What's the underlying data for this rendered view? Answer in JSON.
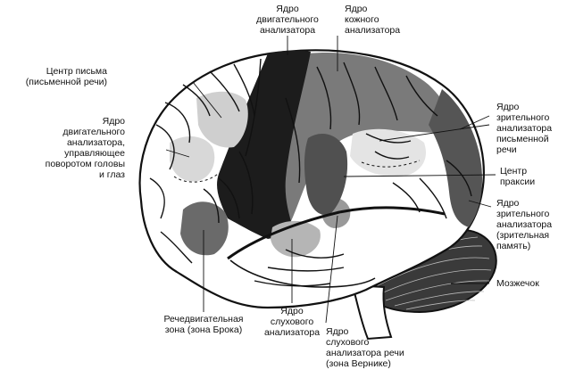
{
  "labels": {
    "motor_core": [
      "Ядро",
      "двигательного",
      "анализатора"
    ],
    "skin_core": [
      "Ядро",
      "кожного",
      "анализатора"
    ],
    "writing_center": [
      "Центр письма",
      "(письменной речи)"
    ],
    "eye_head_motor": [
      "Ядро",
      "двигательного",
      "анализатора,",
      "управляющее",
      "поворотом головы",
      "и глаз"
    ],
    "visual_written": [
      "Ядро",
      "зрительного",
      "анализатора",
      "письменной",
      "речи"
    ],
    "praxis_center": [
      "Центр",
      "праксии"
    ],
    "visual_memory": [
      "Ядро",
      "зрительного",
      "анализатора",
      "(зрительная",
      "память)"
    ],
    "cerebellum": [
      "Мозжечок"
    ],
    "broca": [
      "Речедвигательная",
      "зона (зона Брока)"
    ],
    "auditory": [
      "Ядро",
      "слухового",
      "анализатора"
    ],
    "wernicke": [
      "Ядро",
      "слухового",
      "анализатора речи",
      "(зона Верникe)"
    ]
  },
  "colors": {
    "outline": "#111111",
    "motor_strip": "#1a1a1a",
    "skin_area": "#777777",
    "visual_area": "#555555",
    "light_zone": "#cfcfcf",
    "cerebellum": "#333333"
  }
}
